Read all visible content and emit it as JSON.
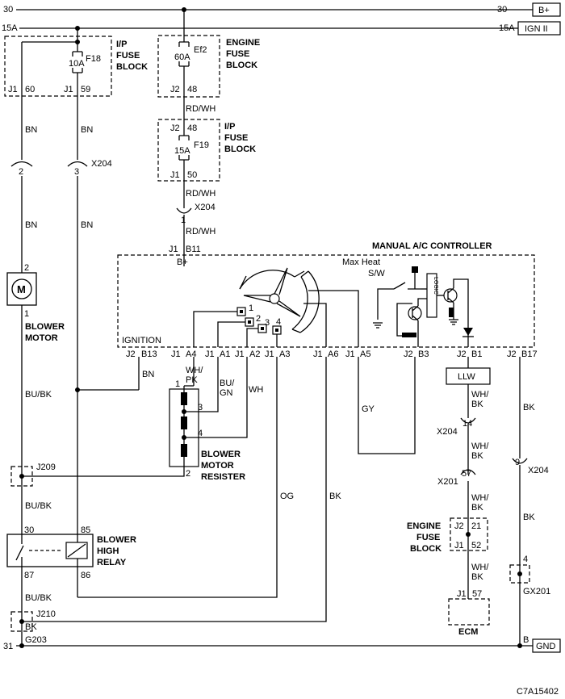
{
  "rails": {
    "b_plus_pin": "30",
    "b_plus_label": "B+",
    "ign_pin": "15A",
    "ign_label": "IGN II",
    "gnd_label": "GND",
    "ground_pin": "31",
    "ground_point": "G203",
    "ground_b": "B"
  },
  "ip_fuse_block_top": {
    "title_l1": "I/P",
    "title_l2": "FUSE",
    "title_l3": "BLOCK",
    "fuse_id": "F18",
    "fuse_rating": "10A",
    "conn_a": "J1",
    "pin_a": "60",
    "conn_b": "J1",
    "pin_b": "59"
  },
  "engine_fuse_block_top": {
    "title_l1": "ENGINE",
    "title_l2": "FUSE",
    "title_l3": "BLOCK",
    "fuse_id": "Ef2",
    "fuse_rating": "60A",
    "conn": "J2",
    "pin": "48"
  },
  "ip_fuse_block_mid": {
    "title_l1": "I/P",
    "title_l2": "FUSE",
    "title_l3": "BLOCK",
    "fuse_id": "F19",
    "fuse_rating": "15A",
    "conn_top": "J2",
    "pin_top": "48",
    "conn_bot": "J1",
    "pin_bot": "50"
  },
  "wires": {
    "bn": "BN",
    "rdwh": "RD/WH",
    "bubk": "BU/BK",
    "whpk_l1": "WH/",
    "whpk_l2": "PK",
    "bugn_l1": "BU/",
    "bugn_l2": "GN",
    "wh": "WH",
    "gy": "GY",
    "og": "OG",
    "bk": "BK",
    "whbk_l1": "WH/",
    "whbk_l2": "BK"
  },
  "connectors": {
    "x204": "X204",
    "x204_pin2": "2",
    "x204_pin3": "3",
    "x204_pin1": "1",
    "x204_pin14": "14",
    "x204_pin9": "9",
    "x201": "X201",
    "x201_pin57": "57",
    "j209": "J209",
    "j210": "J210",
    "gx201": "GX201",
    "gx201_pin": "4"
  },
  "blower_motor": {
    "symbol": "M",
    "pin_top": "2",
    "pin_bot": "1",
    "label_l1": "BLOWER",
    "label_l2": "MOTOR"
  },
  "controller": {
    "title": "MANUAL A/C CONTROLLER",
    "top_conn": "J1",
    "top_pin": "B11",
    "bplus": "B+",
    "ignition": "IGNITION",
    "max_heat_l1": "Max Heat",
    "max_heat_l2": "S/W",
    "logic": "LOGIC",
    "sw_pos1": "1",
    "sw_pos2": "2",
    "sw_pos3": "3",
    "sw_pos4": "4",
    "pins": [
      {
        "conn": "J2",
        "pin": "B13"
      },
      {
        "conn": "J1",
        "pin": "A4"
      },
      {
        "conn": "J1",
        "pin": "A1"
      },
      {
        "conn": "J1",
        "pin": "A2"
      },
      {
        "conn": "J1",
        "pin": "A3"
      },
      {
        "conn": "J1",
        "pin": "A6"
      },
      {
        "conn": "J1",
        "pin": "A5"
      },
      {
        "conn": "J2",
        "pin": "B3"
      },
      {
        "conn": "J2",
        "pin": "B1"
      },
      {
        "conn": "J2",
        "pin": "B17"
      }
    ]
  },
  "resistor": {
    "pin1": "1",
    "pin2": "2",
    "pin3": "3",
    "pin4": "4",
    "label_l1": "BLOWER",
    "label_l2": "MOTOR",
    "label_l3": "RESISTER"
  },
  "relay": {
    "pin30": "30",
    "pin85": "85",
    "pin87": "87",
    "pin86": "86",
    "label_l1": "BLOWER",
    "label_l2": "HIGH",
    "label_l3": "RELAY"
  },
  "llw": "LLW",
  "engine_fuse_block_low": {
    "title_l1": "ENGINE",
    "title_l2": "FUSE",
    "title_l3": "BLOCK",
    "conn_top": "J2",
    "pin_top": "21",
    "conn_bot": "J1",
    "pin_bot": "52"
  },
  "ecm": {
    "conn": "J1",
    "pin": "57",
    "label": "ECM"
  },
  "figure_id": "C7A15402"
}
